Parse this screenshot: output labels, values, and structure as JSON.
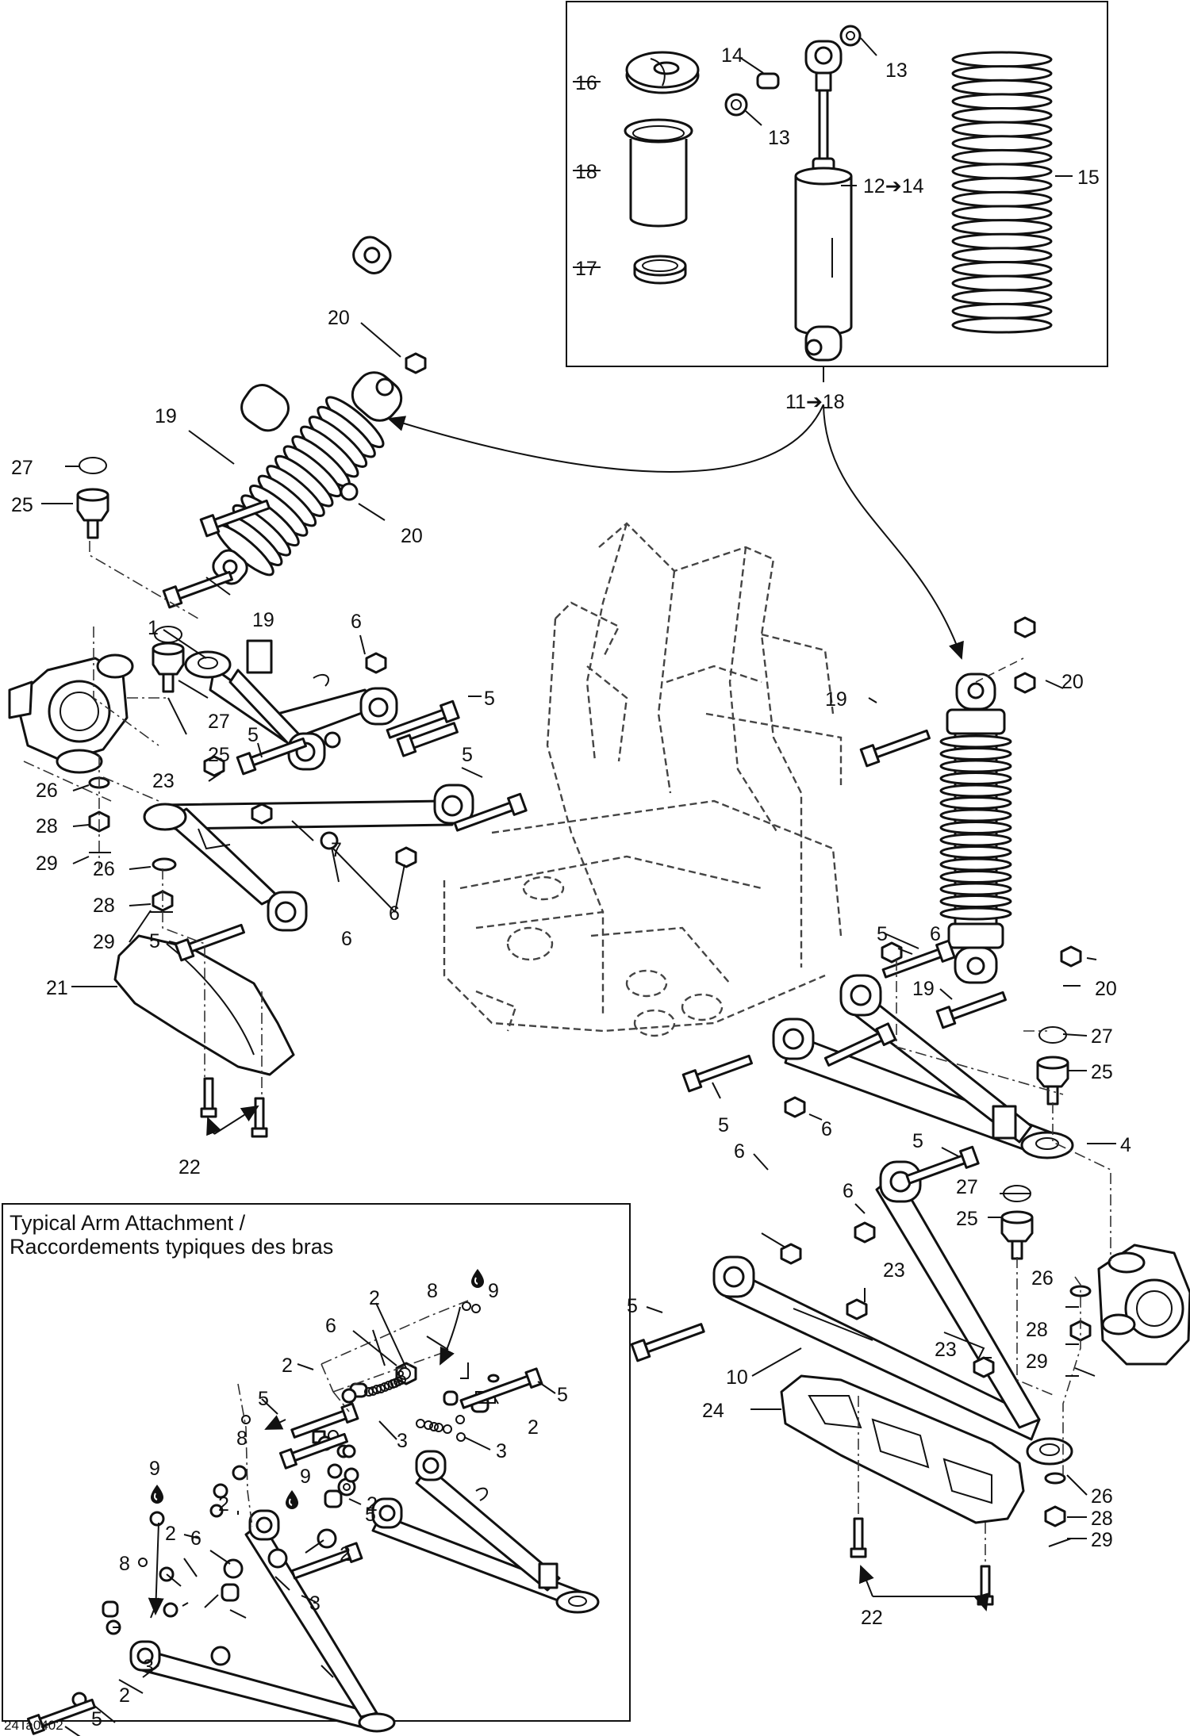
{
  "figure_code": "24Ta0402",
  "inset_title_line1": "Typical Arm Attachment /",
  "inset_title_line2": "Raccordements typiques des bras",
  "shock_kit_label": "11➔18",
  "shock_range_label": "12➔14",
  "callouts": {
    "c1": "1",
    "c2": "2",
    "c3": "3",
    "c4": "4",
    "c5": "5",
    "c6": "6",
    "c7": "7",
    "c8": "8",
    "c9": "9",
    "c10": "10",
    "c13": "13",
    "c14": "14",
    "c15": "15",
    "c16": "16",
    "c17": "17",
    "c18": "18",
    "c19": "19",
    "c20": "20",
    "c21": "21",
    "c22": "22",
    "c23": "23",
    "c24": "24",
    "c25": "25",
    "c26": "26",
    "c27": "27",
    "c28": "28",
    "c29": "29"
  }
}
